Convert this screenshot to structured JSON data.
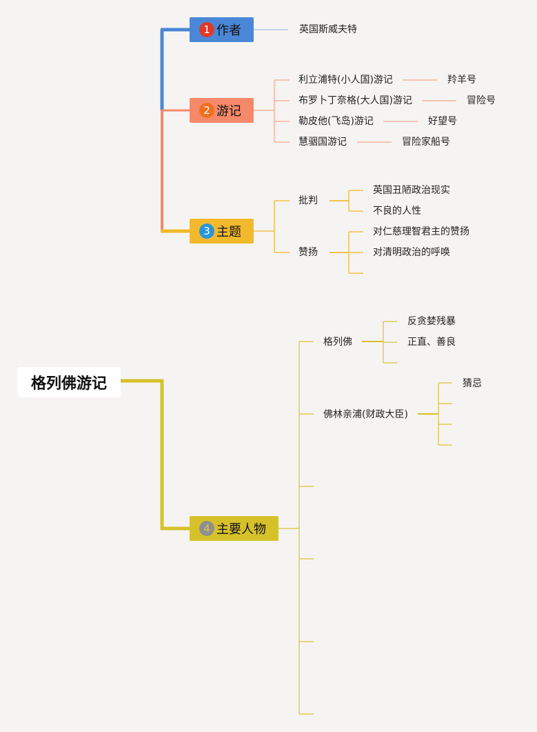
{
  "root": {
    "title": "格列佛游记"
  },
  "topics": [
    {
      "number": "1",
      "label": "作者",
      "color": "#4a87d6",
      "badge_color": "#e03a2a",
      "badge_text_color": "#ffffff",
      "children": [
        "英国斯威夫特"
      ]
    },
    {
      "number": "2",
      "label": "游记",
      "color": "#f5896a",
      "badge_color": "#f07020",
      "badge_text_color": "#ffffff",
      "children": [
        {
          "label": "利立浦特(小人国)游记",
          "ship": "羚羊号"
        },
        {
          "label": "布罗卜丁奈格(大人国)游记",
          "ship": "冒险号"
        },
        {
          "label": "勒皮他(飞岛)游记",
          "ship": "好望号"
        },
        {
          "label": "慧骃国游记",
          "ship": "冒险家船号"
        }
      ]
    },
    {
      "number": "3",
      "label": "主题",
      "color": "#f2b92d",
      "badge_color": "#2796d8",
      "badge_text_color": "#ffffff",
      "children": [
        {
          "label": "批判",
          "items": [
            "英国丑陋政治现实",
            "不良的人性"
          ]
        },
        {
          "label": "赞扬",
          "items": [
            "对仁慈理智君主的赞扬",
            "对清明政治的呼唤",
            ""
          ]
        }
      ]
    },
    {
      "number": "4",
      "label": "主要人物",
      "color": "#d6c12a",
      "badge_color": "#8f8f8f",
      "badge_text_color": "#e6c34a",
      "children": [
        {
          "label": "格列佛",
          "items": [
            "反贪婪残暴",
            "正直、善良",
            ""
          ]
        },
        {
          "label": "佛林亲浦(财政大臣)",
          "items": [
            "猜忌",
            "",
            "",
            ""
          ]
        },
        {
          "label": ""
        },
        {
          "label": ""
        },
        {
          "label": ""
        },
        {
          "label": ""
        }
      ]
    }
  ]
}
